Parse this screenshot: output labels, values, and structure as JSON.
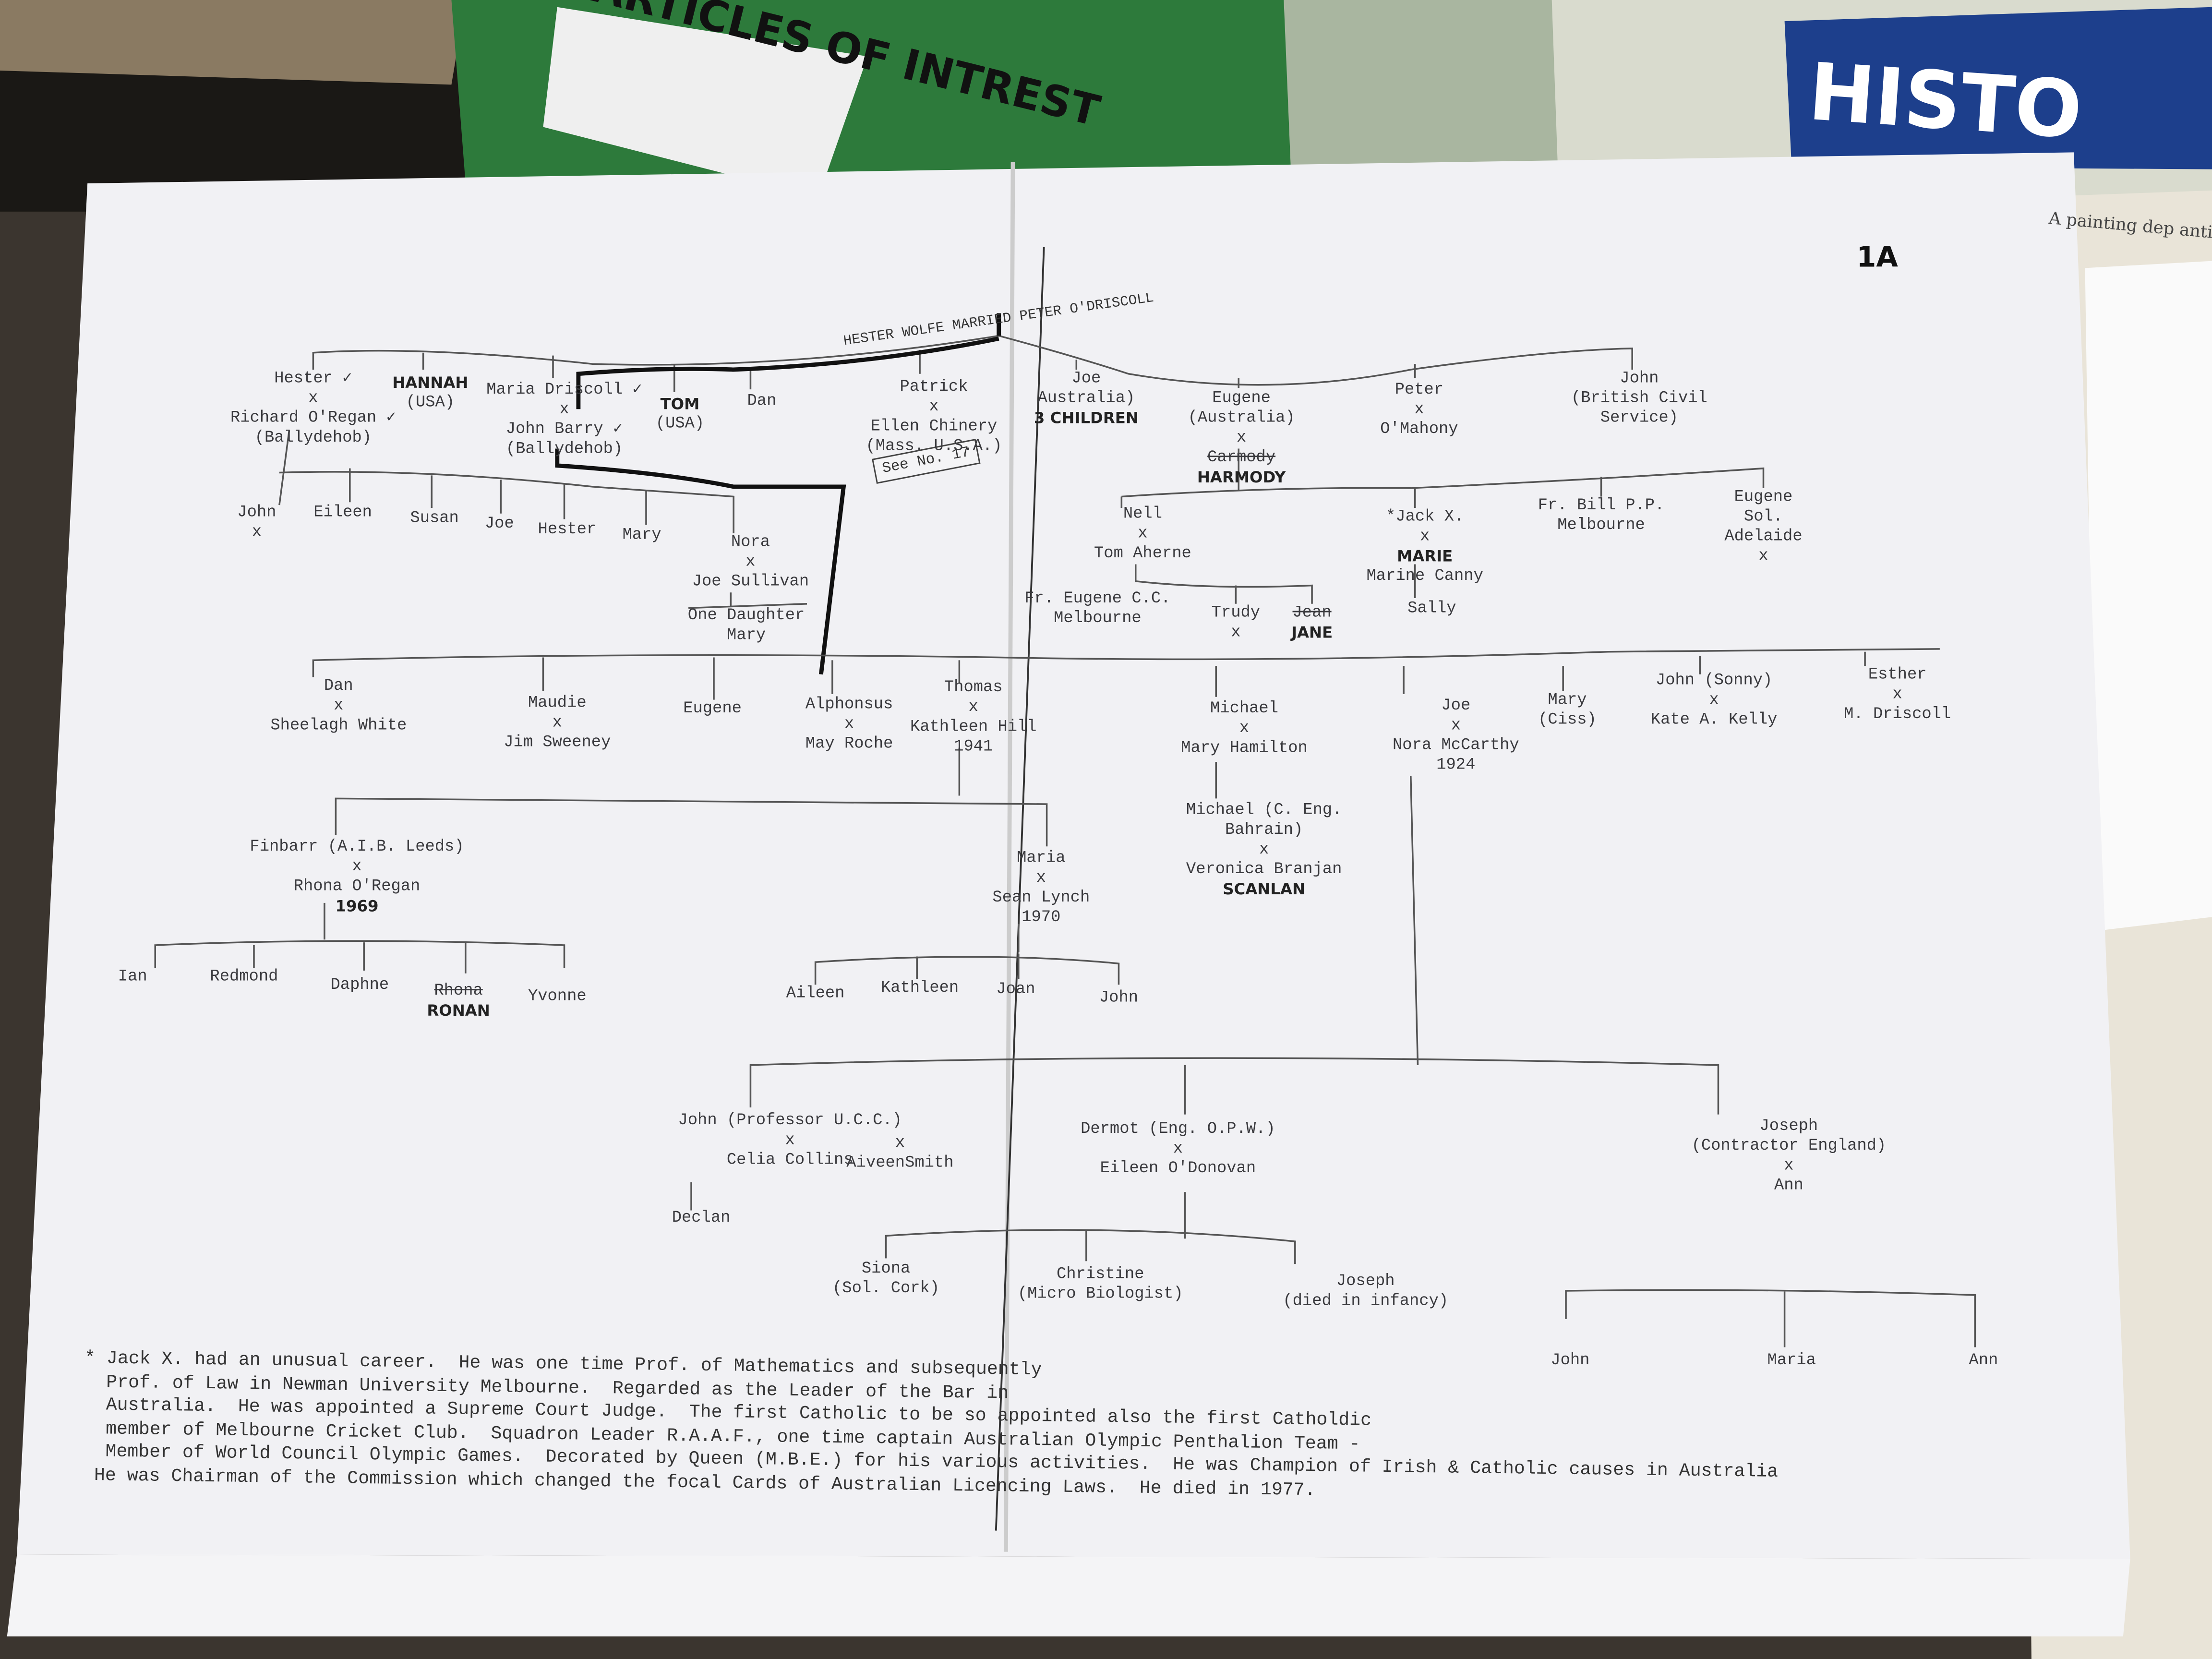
{
  "background": {
    "folder_label": "ARTICLES OF INTREST",
    "magazine_title": "HISTO",
    "clipping_text": "A painting dep antique shop"
  },
  "document": {
    "page_number": "1A",
    "title": "HESTER WOLFE MARRIED PETER O'DRISCOLL",
    "see_box": "See No. 17",
    "nodes": [
      {
        "id": "hester",
        "lines": [
          "Hester ✓",
          "x",
          "Richard O'Regan ✓",
          "(Ballydehob)"
        ]
      },
      {
        "id": "hannah",
        "lines": [
          "HANNAH",
          "(USA)"
        ]
      },
      {
        "id": "maria-driscoll",
        "lines": [
          "Maria Driscoll ✓",
          "x",
          "John Barry ✓",
          "(Ballydehob)"
        ]
      },
      {
        "id": "tom",
        "lines": [
          "TOM",
          "(USA)"
        ]
      },
      {
        "id": "dan-1",
        "lines": [
          "Dan"
        ]
      },
      {
        "id": "patrick",
        "lines": [
          "Patrick",
          "x",
          "Ellen Chinery",
          "(Mass. U.S.A.)"
        ]
      },
      {
        "id": "joe-australia",
        "lines": [
          "Joe",
          "Australia)",
          "3 CHILDREN"
        ]
      },
      {
        "id": "eugene-australia",
        "lines": [
          "Eugene",
          "(Australia)",
          "x",
          "Carmody",
          "HARMODY"
        ]
      },
      {
        "id": "peter",
        "lines": [
          "Peter",
          "x",
          "O'Mahony"
        ]
      },
      {
        "id": "john-bcs",
        "lines": [
          "John",
          "(British Civil",
          "Service)"
        ]
      },
      {
        "id": "john-2",
        "lines": [
          "John",
          "x"
        ]
      },
      {
        "id": "eileen",
        "lines": [
          "Eileen"
        ]
      },
      {
        "id": "susan",
        "lines": [
          "Susan"
        ]
      },
      {
        "id": "joe-2",
        "lines": [
          "Joe"
        ]
      },
      {
        "id": "hester-2",
        "lines": [
          "Hester"
        ]
      },
      {
        "id": "mary-2",
        "lines": [
          "Mary"
        ]
      },
      {
        "id": "nora",
        "lines": [
          "Nora",
          "x",
          "Joe Sullivan"
        ]
      },
      {
        "id": "one-daughter",
        "lines": [
          "One Daughter",
          "Mary"
        ]
      },
      {
        "id": "nell",
        "lines": [
          "Nell",
          "x",
          "Tom Aherne"
        ]
      },
      {
        "id": "jack",
        "lines": [
          "*Jack X.",
          "x",
          "MARIE",
          "Marine Canny"
        ]
      },
      {
        "id": "fr-bill",
        "lines": [
          "Fr. Bill P.P.",
          "Melbourne"
        ]
      },
      {
        "id": "eugene-sol",
        "lines": [
          "Eugene",
          "Sol.",
          "Adelaide",
          "x"
        ]
      },
      {
        "id": "fr-eugene",
        "lines": [
          "Fr. Eugene C.C.",
          "Melbourne"
        ]
      },
      {
        "id": "trudy",
        "lines": [
          "Trudy",
          "x"
        ]
      },
      {
        "id": "jane",
        "lines": [
          "Jean",
          "JANE"
        ]
      },
      {
        "id": "sally",
        "lines": [
          "Sally"
        ]
      },
      {
        "id": "dan-3",
        "lines": [
          "Dan",
          "x",
          "Sheelagh White"
        ]
      },
      {
        "id": "maudie",
        "lines": [
          "Maudie",
          "x",
          "Jim Sweeney"
        ]
      },
      {
        "id": "eugene-3",
        "lines": [
          "Eugene"
        ]
      },
      {
        "id": "alphonsus",
        "lines": [
          "Alphonsus",
          "x",
          "May Roche"
        ]
      },
      {
        "id": "thomas",
        "lines": [
          "Thomas",
          "x",
          "Kathleen Hill",
          "1941"
        ]
      },
      {
        "id": "michael",
        "lines": [
          "Michael",
          "x",
          "Mary Hamilton"
        ]
      },
      {
        "id": "joe-3",
        "lines": [
          "Joe",
          "x",
          "Nora McCarthy",
          "1924"
        ]
      },
      {
        "id": "mary-ciss",
        "lines": [
          "Mary",
          "(Ciss)"
        ]
      },
      {
        "id": "john-sonny",
        "lines": [
          "John (Sonny)",
          "x",
          "Kate A. Kelly"
        ]
      },
      {
        "id": "esther",
        "lines": [
          "Esther",
          "x",
          "M. Driscoll"
        ]
      },
      {
        "id": "finbarr",
        "lines": [
          "Finbarr (A.I.B. Leeds)",
          "x",
          "Rhona O'Regan",
          "1969"
        ]
      },
      {
        "id": "maria-lynch",
        "lines": [
          "Maria",
          "x",
          "Sean Lynch",
          "1970"
        ]
      },
      {
        "id": "michael-eng",
        "lines": [
          "Michael (C. Eng.",
          "Bahrain)",
          "x",
          "Veronica Branjan",
          "SCANLAN"
        ]
      },
      {
        "id": "ian",
        "lines": [
          "Ian"
        ]
      },
      {
        "id": "redmond",
        "lines": [
          "Redmond"
        ]
      },
      {
        "id": "daphne",
        "lines": [
          "Daphne"
        ]
      },
      {
        "id": "ronan",
        "lines": [
          "Rhona",
          "RONAN"
        ]
      },
      {
        "id": "yvonne",
        "lines": [
          "Yvonne"
        ]
      },
      {
        "id": "aileen",
        "lines": [
          "Aileen"
        ]
      },
      {
        "id": "kathleen",
        "lines": [
          "Kathleen"
        ]
      },
      {
        "id": "joan",
        "lines": [
          "Joan"
        ]
      },
      {
        "id": "john-5",
        "lines": [
          "John"
        ]
      },
      {
        "id": "john-prof",
        "lines": [
          "John (Professor U.C.C.)",
          "x",
          "Celia Collins"
        ]
      },
      {
        "id": "aiveen",
        "lines": [
          "x",
          "AiveenSmith"
        ]
      },
      {
        "id": "declan",
        "lines": [
          "Declan"
        ]
      },
      {
        "id": "dermot",
        "lines": [
          "Dermot (Eng. O.P.W.)",
          "x",
          "Eileen O'Donovan"
        ]
      },
      {
        "id": "joseph",
        "lines": [
          "Joseph",
          "(Contractor England)",
          "x",
          "Ann"
        ]
      },
      {
        "id": "siona",
        "lines": [
          "Siona",
          "(Sol. Cork)"
        ]
      },
      {
        "id": "christine",
        "lines": [
          "Christine",
          "(Micro Biologist)"
        ]
      },
      {
        "id": "joseph-infancy",
        "lines": [
          "Joseph",
          "(died in infancy)"
        ]
      },
      {
        "id": "john-6",
        "lines": [
          "John"
        ]
      },
      {
        "id": "maria-6",
        "lines": [
          "Maria"
        ]
      },
      {
        "id": "ann-6",
        "lines": [
          "Ann"
        ]
      }
    ],
    "footnote": [
      "* Jack X. had an unusual career.  He was one time Prof. of Mathematics and subsequently",
      "  Prof. of Law in Newman University Melbourne.  Regarded as the Leader of the Bar in",
      "  Australia.  He was appointed a Supreme Court Judge.  The first Catholic to be so appointed also the first Catholdic",
      "  member of Melbourne Cricket Club.  Squadron Leader R.A.A.F., one time captain Australian Olympic Penthalion Team -",
      "  Member of World Council Olympic Games.  Decorated by Queen (M.B.E.) for his various activities.  He was Champion of Irish & Catholic causes in Australia",
      " He was Chairman of the Commission which changed the focal Cards of Australian Licencing Laws.  He died in 1977."
    ]
  }
}
